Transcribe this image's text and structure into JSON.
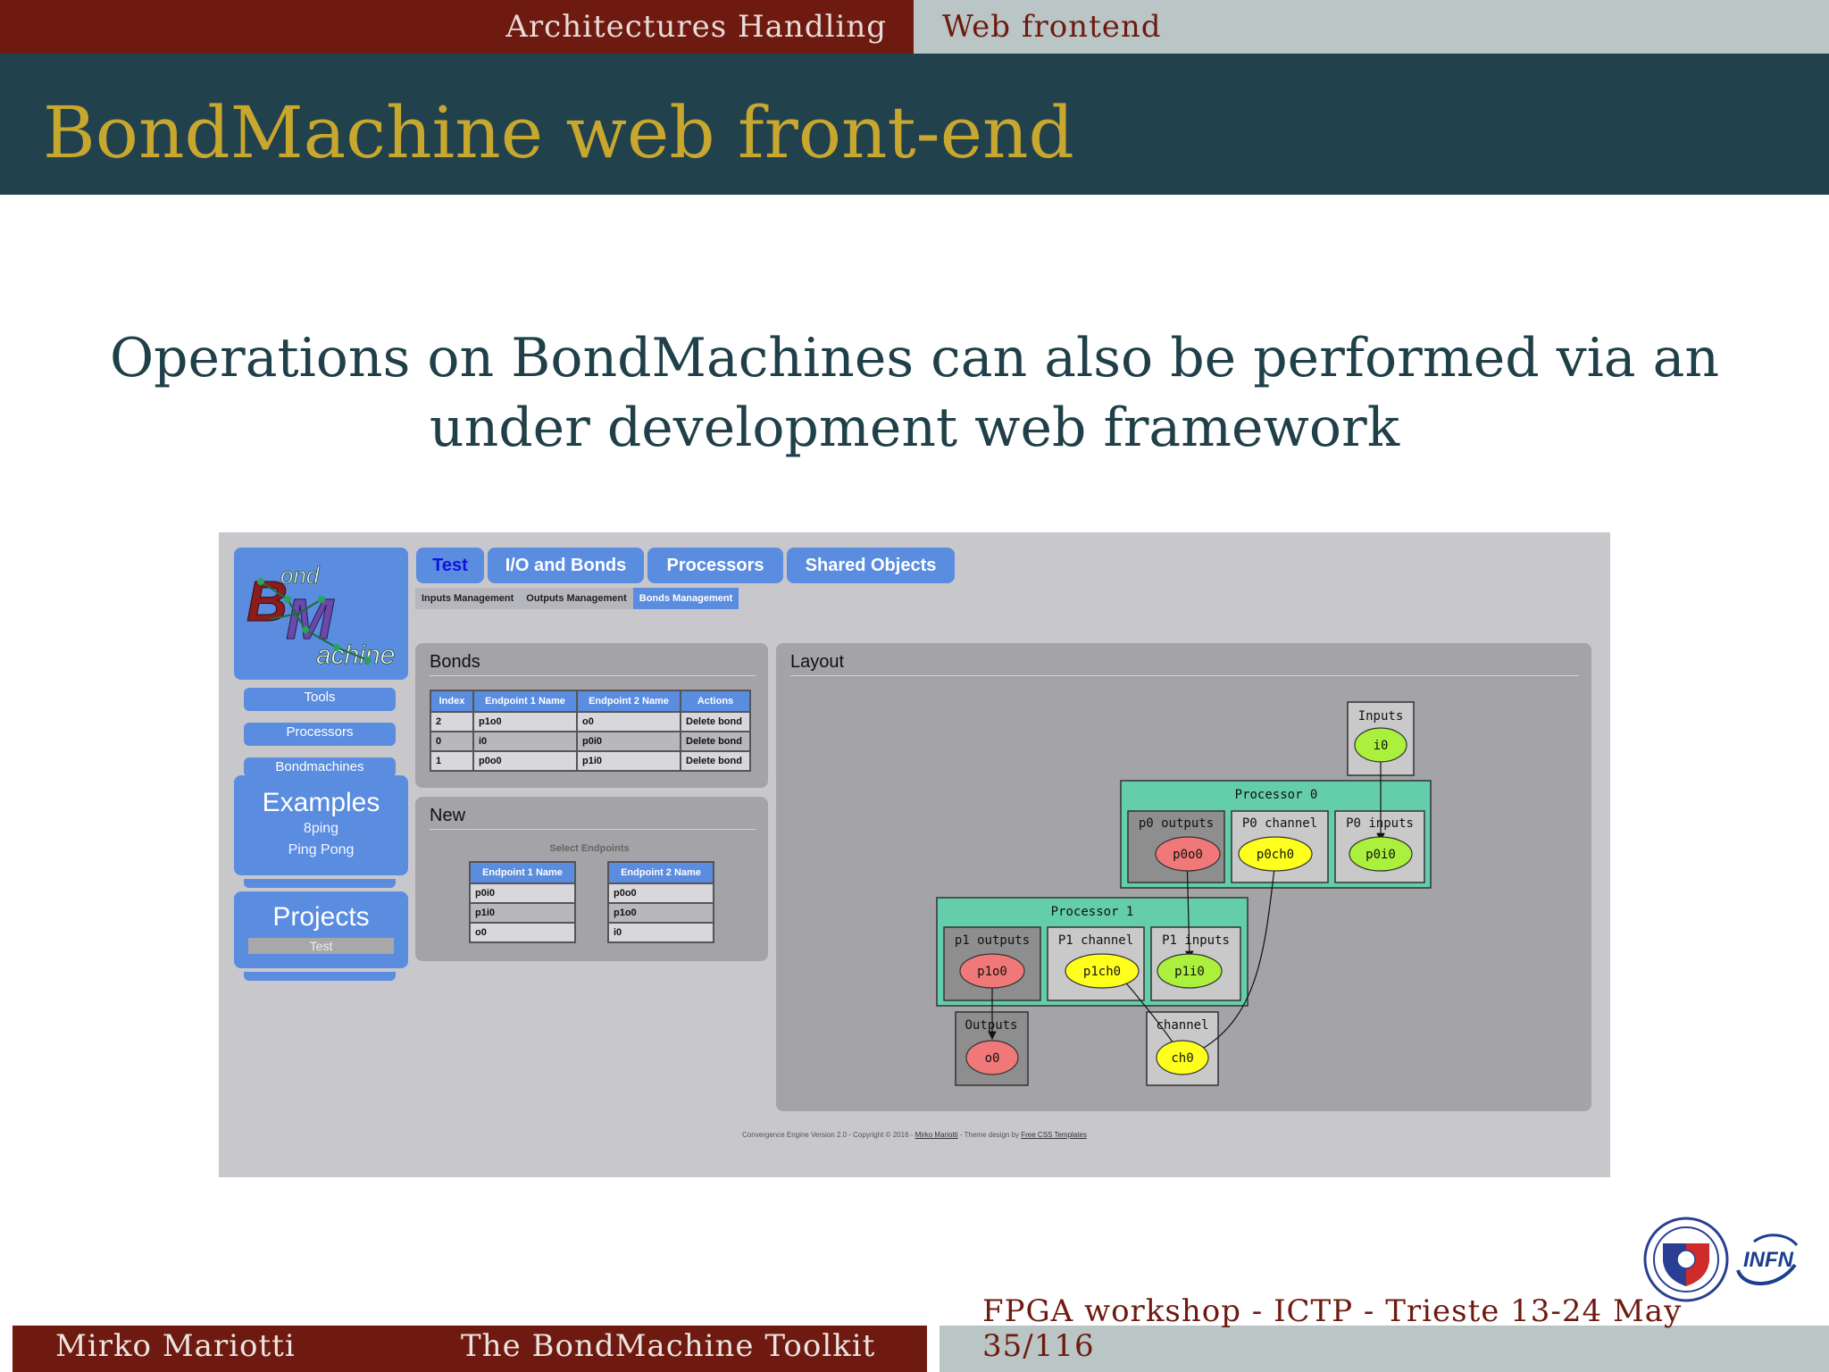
{
  "nav": {
    "section": "Architectures Handling",
    "subsection": "Web frontend"
  },
  "slide": {
    "title": "BondMachine web front-end",
    "body": "Operations on BondMachines can also be performed via an under development web framework"
  },
  "app": {
    "logo_text": "BondMachine",
    "sidebar": {
      "links": [
        "Tools",
        "Processors",
        "Bondmachines"
      ],
      "examples_title": "Examples",
      "examples": [
        "8ping",
        "Ping Pong"
      ],
      "projects_title": "Projects",
      "projects": [
        "Test"
      ]
    },
    "tabs": [
      "Test",
      "I/O and Bonds",
      "Processors",
      "Shared Objects"
    ],
    "subtabs": [
      "Inputs Management",
      "Outputs Management",
      "Bonds Management"
    ],
    "bonds": {
      "title": "Bonds",
      "headers": [
        "Index",
        "Endpoint 1 Name",
        "Endpoint 2 Name",
        "Actions"
      ],
      "rows": [
        [
          "2",
          "p1o0",
          "o0",
          "Delete bond"
        ],
        [
          "0",
          "i0",
          "p0i0",
          "Delete bond"
        ],
        [
          "1",
          "p0o0",
          "p1i0",
          "Delete bond"
        ]
      ]
    },
    "new_bond": {
      "title": "New",
      "select_label": "Select Endpoints",
      "ep1_header": "Endpoint 1 Name",
      "ep1_options": [
        "p0i0",
        "p1i0",
        "o0"
      ],
      "ep2_header": "Endpoint 2 Name",
      "ep2_options": [
        "p0o0",
        "p1o0",
        "i0"
      ]
    },
    "layout": {
      "title": "Layout",
      "clusters": {
        "inputs": "Inputs",
        "processor0": "Processor 0",
        "p0_outputs": "p0 outputs",
        "p0_channel": "P0 channel",
        "p0_inputs": "P0 inputs",
        "processor1": "Processor 1",
        "p1_outputs": "p1 outputs",
        "p1_channel": "P1 channel",
        "p1_inputs": "P1 inputs",
        "outputs": "Outputs",
        "channel": "channel"
      },
      "nodes": {
        "i0": "i0",
        "p0o0": "p0o0",
        "p0ch0": "p0ch0",
        "p0i0": "p0i0",
        "p1o0": "p1o0",
        "p1ch0": "p1ch0",
        "p1i0": "p1i0",
        "o0": "o0",
        "ch0": "ch0"
      },
      "colors": {
        "input_node": "#aaf03c",
        "output_node": "#f07878",
        "channel_node": "#ffff1e",
        "processor": "#64cda9"
      }
    },
    "footer": {
      "prefix": "Convergence Engine Version 2.0 - Copyright © 2016 -",
      "author_link": "Mirko Mariotti",
      "mid": "- Theme design by",
      "theme_link": "Free CSS Templates"
    }
  },
  "footer": {
    "author": "Mirko Mariotti",
    "title": "The BondMachine Toolkit",
    "event": "FPGA workshop - ICTP - Trieste 13-24 May",
    "page": "35/116"
  }
}
